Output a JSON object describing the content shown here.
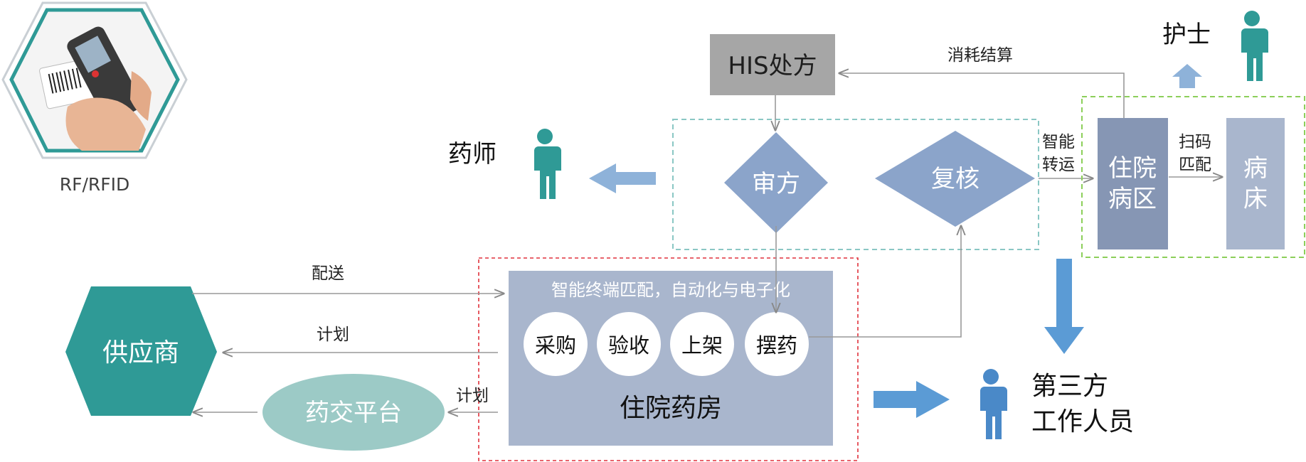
{
  "device": {
    "label": "RF/RFID"
  },
  "his": {
    "label": "HIS处方"
  },
  "flows": {
    "consume_settle": "消耗结算",
    "smart_transport_1": "智能",
    "smart_transport_2": "转运",
    "scan_match_1": "扫码",
    "scan_match_2": "匹配",
    "deliver": "配送",
    "plan_1": "计划",
    "plan_2": "计划"
  },
  "review": {
    "audit": "审方",
    "recheck": "复核"
  },
  "people": {
    "pharmacist": "药师",
    "nurse": "护士",
    "third_party_1": "第三方",
    "third_party_2": "工作人员"
  },
  "ward": {
    "line1": "住院",
    "line2": "病区"
  },
  "bed": {
    "line1": "病",
    "line2": "床"
  },
  "supplier": {
    "label": "供应商"
  },
  "platform": {
    "label": "药交平台"
  },
  "pharmacy": {
    "header": "智能终端匹配，自动化与电子化",
    "steps": [
      "采购",
      "验收",
      "上架",
      "摆药"
    ],
    "label": "住院药房"
  },
  "colors": {
    "teal": "#2f9a96",
    "slate": "#8696b4",
    "diamond": "#8ba4ca",
    "panel": "#a9b6cd",
    "his_gray": "#a6a6a6",
    "arrow_blue": "#5b9bd5",
    "arrow_light": "#8eb2d9",
    "platform": "#9ccac6",
    "green_dash": "#8ccf5a",
    "teal_dash": "#8ac7c4",
    "red_dash": "#e0313b"
  }
}
